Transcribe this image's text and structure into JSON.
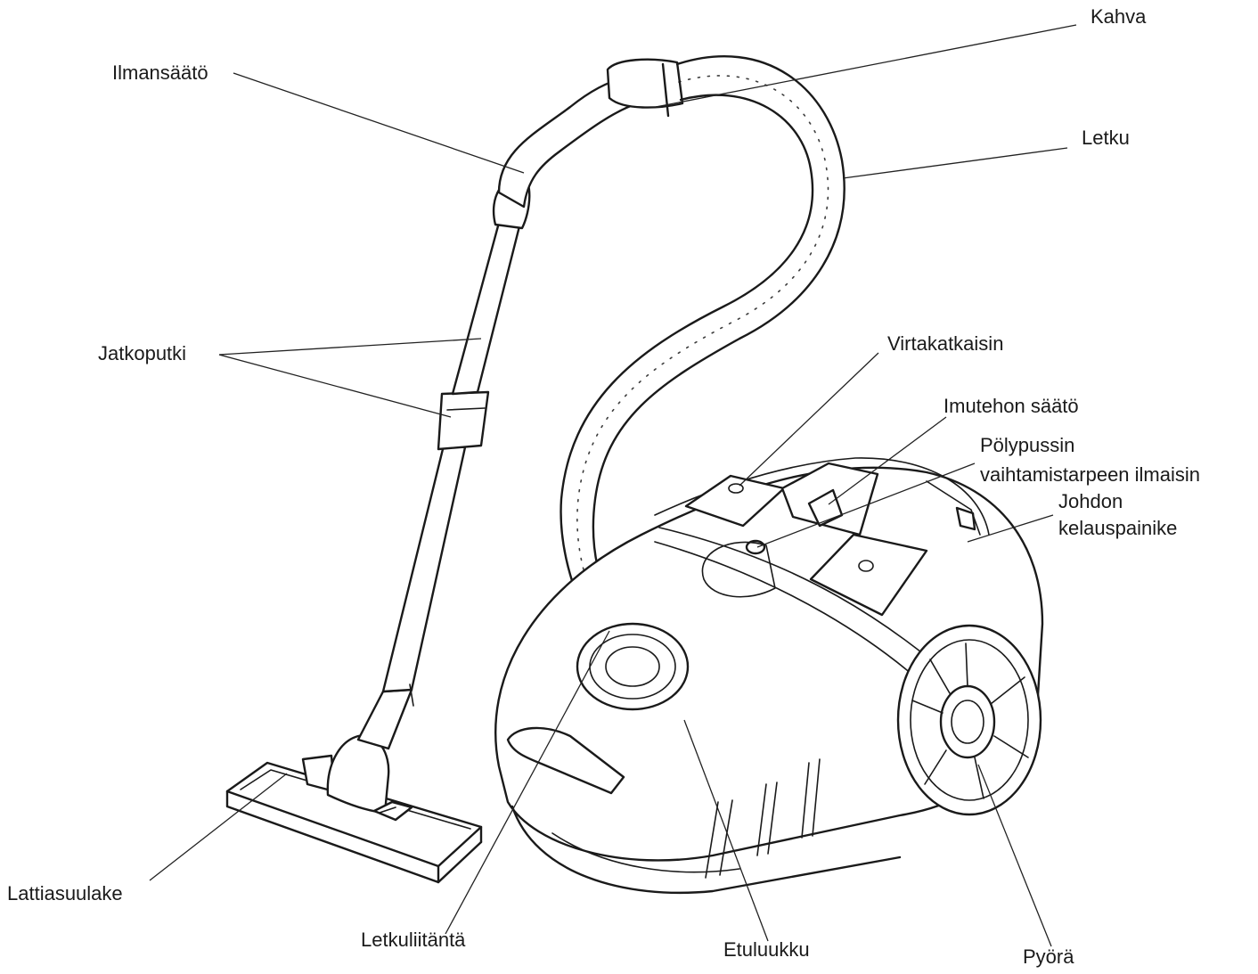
{
  "labels": {
    "kahva": "Kahva",
    "ilmansaato": "Ilmansäätö",
    "letku": "Letku",
    "jatkoputki": "Jatkoputki",
    "virtakatkaisin": "Virtakatkaisin",
    "imutehon_saato": "Imutehon säätö",
    "polypussin_line1": "Pölypussin",
    "polypussin_line2": "vaihtamistarpeen ilmaisin",
    "johdon_line1": "Johdon",
    "johdon_line2": "kelauspainike",
    "lattiasuulake": "Lattiasuulake",
    "letkuliitanta": "Letkuliitäntä",
    "etuluukku": "Etuluukku",
    "pyora": "Pyörä"
  }
}
